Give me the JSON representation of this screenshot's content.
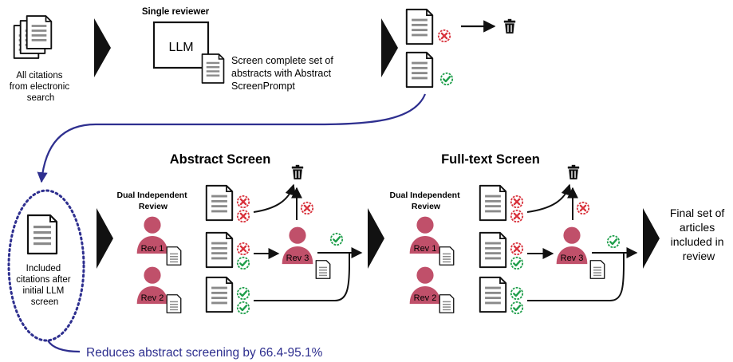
{
  "top": {
    "source_label": [
      "All citations",
      "from electronic",
      "search"
    ],
    "single_reviewer": "Single reviewer",
    "llm_label": "LLM",
    "prompt_text": [
      "Screen complete set of",
      "abstracts with Abstract",
      "ScreenPrompt"
    ]
  },
  "abstract_screen": {
    "title": "Abstract Screen",
    "reviewer_header": [
      "Dual Independent",
      "Review"
    ],
    "rev1": "Rev 1",
    "rev2": "Rev 2",
    "rev3": "Rev 3"
  },
  "fulltext_screen": {
    "title": "Full-text Screen",
    "reviewer_header": [
      "Dual Independent",
      "Review"
    ],
    "rev1": "Rev 1",
    "rev2": "Rev 2",
    "rev3": "Rev 3"
  },
  "included": {
    "label": [
      "Included",
      "citations after",
      "initial LLM",
      "screen"
    ]
  },
  "final": {
    "label": [
      "Final set of",
      "articles",
      "included in",
      "review"
    ]
  },
  "reduction_note": "Reduces abstract screening by 66.4-95.1%",
  "colors": {
    "person": "#c0506a",
    "reject": "#d8323c",
    "accept": "#1e9e4a",
    "connector": "#2e2f8f",
    "chevron": "#111111",
    "doc_line": "#8a8a8a"
  }
}
